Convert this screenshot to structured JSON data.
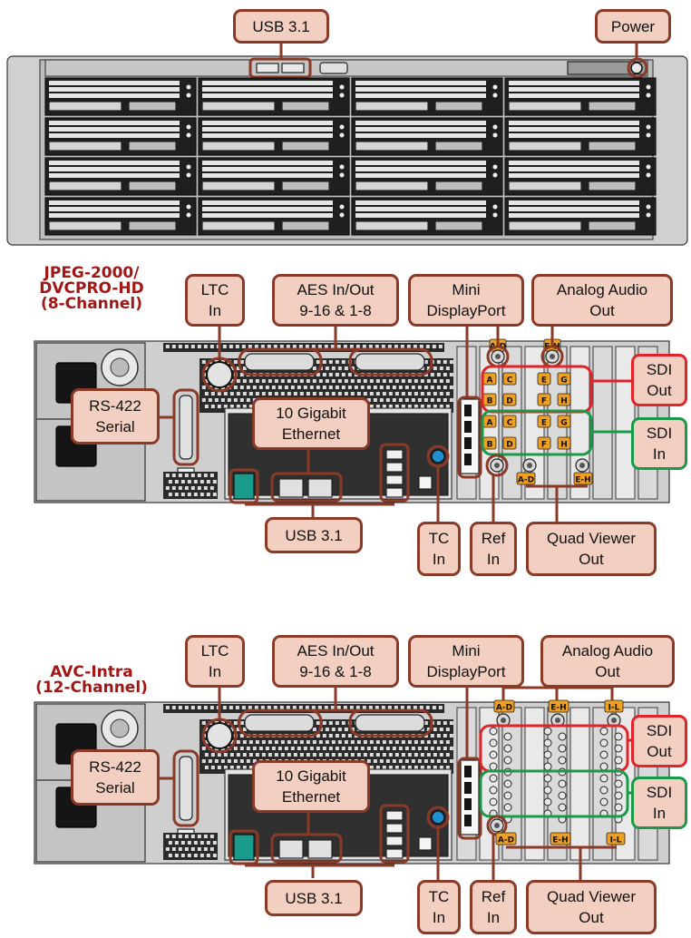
{
  "front_panel": {
    "callouts": {
      "usb": "USB 3.1",
      "power": "Power"
    },
    "drive_rows": 4,
    "drive_cols": 4
  },
  "rear_top": {
    "model_label": "JPEG-2000/\nDVCPRO-HD\n(8-Channel)",
    "callouts": {
      "ltc": "LTC\nIn",
      "aes": "AES In/Out\n9-16 & 1-8",
      "mini_dp": "Mini\nDisplayPort",
      "analog_audio": "Analog Audio\nOut",
      "sdi_out": "SDI\nOut",
      "sdi_in": "SDI\nIn",
      "rs422": "RS-422\nSerial",
      "ethernet": "10 Gigabit\nEthernet",
      "usb": "USB 3.1",
      "tc": "TC\nIn",
      "ref": "Ref\nIn",
      "quad": "Quad Viewer\nOut"
    },
    "tags": [
      "A-D",
      "E-H",
      "A",
      "C",
      "E",
      "G",
      "B",
      "D",
      "F",
      "H",
      "A",
      "C",
      "E",
      "G",
      "B",
      "D",
      "F",
      "H",
      "A-D",
      "E-H"
    ]
  },
  "rear_bottom": {
    "model_label": "AVC-Intra\n(12-Channel)",
    "callouts": {
      "ltc": "LTC\nIn",
      "aes": "AES In/Out\n9-16 & 1-8",
      "mini_dp": "Mini\nDisplayPort",
      "analog_audio": "Analog Audio\nOut",
      "sdi_out": "SDI\nOut",
      "sdi_in": "SDI\nIn",
      "rs422": "RS-422\nSerial",
      "ethernet": "10 Gigabit\nEthernet",
      "usb": "USB 3.1",
      "tc": "TC\nIn",
      "ref": "Ref\nIn",
      "quad": "Quad Viewer\nOut"
    },
    "tags": [
      "A-D",
      "E-H",
      "I-L",
      "A-D",
      "E-H",
      "I-L"
    ]
  },
  "colors": {
    "callout_fill": "#f2cfc0",
    "callout_border": "#8b3a28",
    "sdi_out_highlight": "#e0242a",
    "sdi_in_highlight": "#1a9a48",
    "model_label": "#a31616",
    "tag_fill": "#f0a020",
    "chassis": "#c9c9c9"
  }
}
